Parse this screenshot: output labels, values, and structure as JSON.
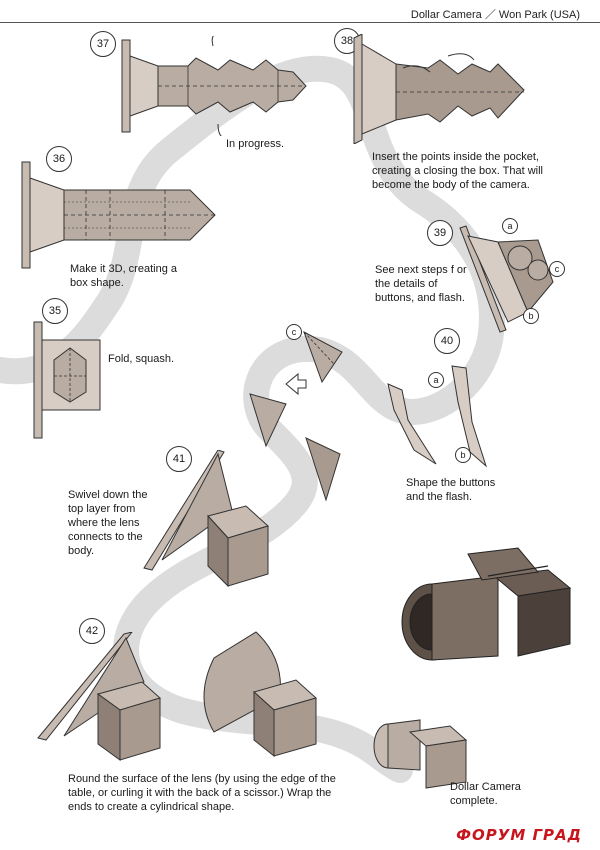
{
  "header": {
    "title": "Dollar Camera ／ Won Park (USA)"
  },
  "steps": {
    "s35": {
      "number": "35",
      "caption": "Fold, squash."
    },
    "s36": {
      "number": "36",
      "caption": "Make it 3D, creating a box shape."
    },
    "s37": {
      "number": "37",
      "caption": "In progress."
    },
    "s38": {
      "number": "38",
      "caption": "Insert the points inside the pocket, creating a closing the box. That will become the body of the camera."
    },
    "s39": {
      "number": "39",
      "caption": "See next steps f or the details of buttons, and flash."
    },
    "s40": {
      "number": "40",
      "caption": "Shape the buttons and the flash."
    },
    "s41": {
      "number": "41",
      "caption": "Swivel down the top layer from where the lens connects to the body."
    },
    "s42": {
      "number": "42",
      "caption": "Round the surface of the lens (by using the edge of the table, or curling it with the back of a scissor.) Wrap the ends to create a cylindrical shape."
    },
    "final": {
      "caption": "Dollar Camera complete."
    }
  },
  "labels": {
    "a": "a",
    "b": "b",
    "c": "c"
  },
  "watermark": "ФОРУМ ГРАД",
  "colors": {
    "paper": "#b9aca2",
    "paper_dark": "#7d6e64",
    "path": "#d9d9d9",
    "line": "#333333",
    "watermark": "#c8151b"
  }
}
